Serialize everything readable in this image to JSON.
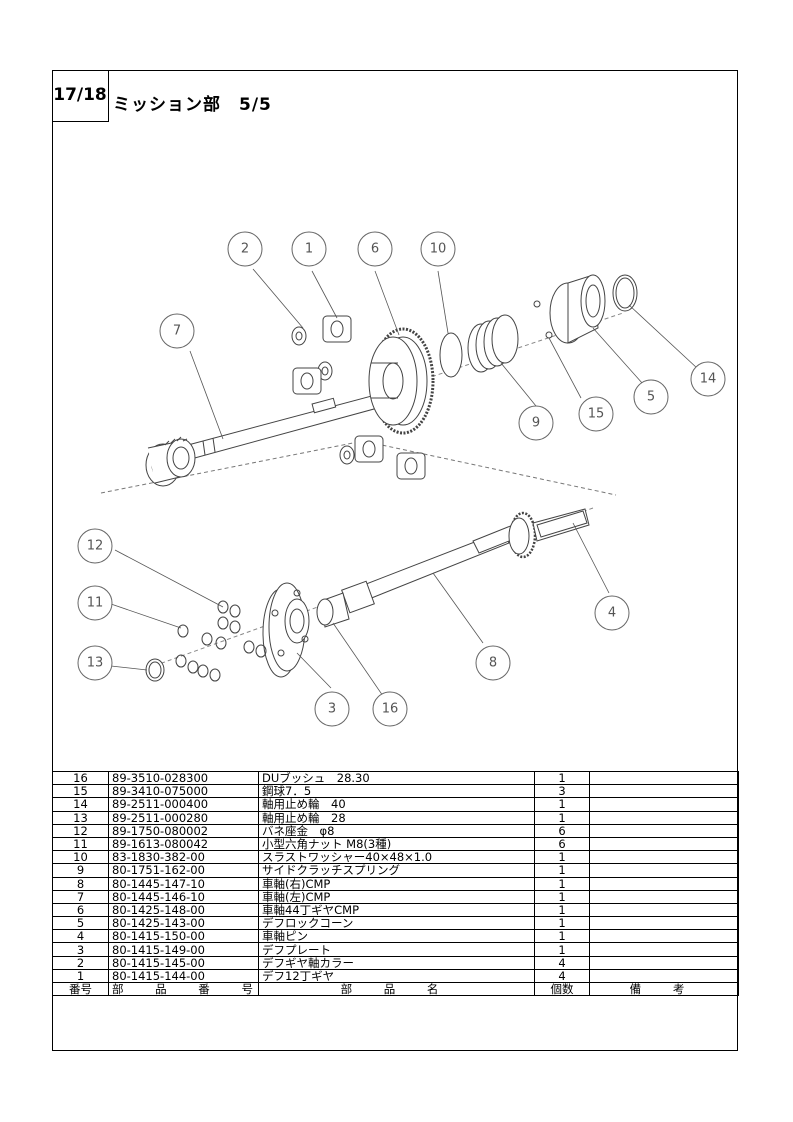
{
  "header": {
    "page_number": "17/18",
    "title": "ミッション部　5/5"
  },
  "callouts": [
    "1",
    "2",
    "3",
    "4",
    "5",
    "6",
    "7",
    "8",
    "9",
    "10",
    "11",
    "12",
    "13",
    "14",
    "15",
    "16"
  ],
  "parts_table": {
    "columns": {
      "no": "番号",
      "part_number": "部 品 番 号",
      "part_name": "部 品 名",
      "qty": "個数",
      "remarks": "備 考"
    },
    "rows": [
      {
        "no": "16",
        "part_number": "89-3510-028300",
        "part_name": "DUブッシュ　28.30",
        "qty": "1",
        "remarks": ""
      },
      {
        "no": "15",
        "part_number": "89-3410-075000",
        "part_name": "鋼球7．5",
        "qty": "3",
        "remarks": ""
      },
      {
        "no": "14",
        "part_number": "89-2511-000400",
        "part_name": "軸用止め輪　40",
        "qty": "1",
        "remarks": ""
      },
      {
        "no": "13",
        "part_number": "89-2511-000280",
        "part_name": "軸用止め輪　28",
        "qty": "1",
        "remarks": ""
      },
      {
        "no": "12",
        "part_number": "89-1750-080002",
        "part_name": "バネ座金　φ8",
        "qty": "6",
        "remarks": ""
      },
      {
        "no": "11",
        "part_number": "89-1613-080042",
        "part_name": "小型六角ナット M8(3種)",
        "qty": "6",
        "remarks": ""
      },
      {
        "no": "10",
        "part_number": "83-1830-382-00",
        "part_name": "スラストワッシャー40×48×1.0",
        "qty": "1",
        "remarks": ""
      },
      {
        "no": "9",
        "part_number": "80-1751-162-00",
        "part_name": "サイドクラッチスプリング",
        "qty": "1",
        "remarks": ""
      },
      {
        "no": "8",
        "part_number": "80-1445-147-10",
        "part_name": "車軸(右)CMP",
        "qty": "1",
        "remarks": ""
      },
      {
        "no": "7",
        "part_number": "80-1445-146-10",
        "part_name": "車軸(左)CMP",
        "qty": "1",
        "remarks": ""
      },
      {
        "no": "6",
        "part_number": "80-1425-148-00",
        "part_name": "車軸44丁ギヤCMP",
        "qty": "1",
        "remarks": ""
      },
      {
        "no": "5",
        "part_number": "80-1425-143-00",
        "part_name": "デフロックコーン",
        "qty": "1",
        "remarks": ""
      },
      {
        "no": "4",
        "part_number": "80-1415-150-00",
        "part_name": "車軸ピン",
        "qty": "1",
        "remarks": ""
      },
      {
        "no": "3",
        "part_number": "80-1415-149-00",
        "part_name": "デフプレート",
        "qty": "1",
        "remarks": ""
      },
      {
        "no": "2",
        "part_number": "80-1415-145-00",
        "part_name": "デフギヤ軸カラー",
        "qty": "4",
        "remarks": ""
      },
      {
        "no": "1",
        "part_number": "80-1415-144-00",
        "part_name": "デフ12丁ギヤ",
        "qty": "4",
        "remarks": ""
      }
    ]
  }
}
